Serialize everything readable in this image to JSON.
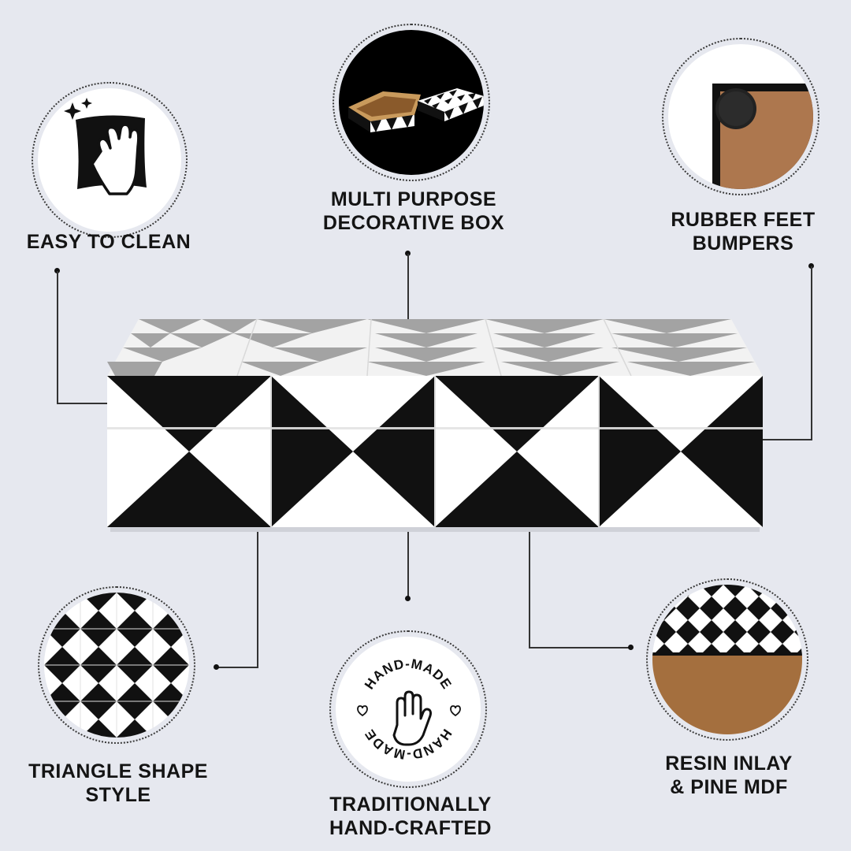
{
  "features": {
    "easy_clean": {
      "label": "EASY TO CLEAN",
      "icon": "cleaning-cloth-hand-icon"
    },
    "multi_purpose": {
      "line1": "MULTI PURPOSE",
      "line2": "DECORATIVE BOX"
    },
    "rubber_feet": {
      "line1": "RUBBER FEET",
      "line2": "BUMPERS"
    },
    "triangle_shape": {
      "line1": "TRIANGLE SHAPE",
      "line2": "STYLE"
    },
    "handmade": {
      "line1": "TRADITIONALLY",
      "line2": "HAND-CRAFTED",
      "stamp_text": "HAND-MADE"
    },
    "resin_inlay": {
      "line1": "RESIN INLAY",
      "line2": "& PINE MDF"
    }
  },
  "colors": {
    "background": "#e6e8ef",
    "black": "#111111",
    "white": "#ffffff",
    "grey": "#9a9a9a",
    "wood": "#b07a45"
  }
}
